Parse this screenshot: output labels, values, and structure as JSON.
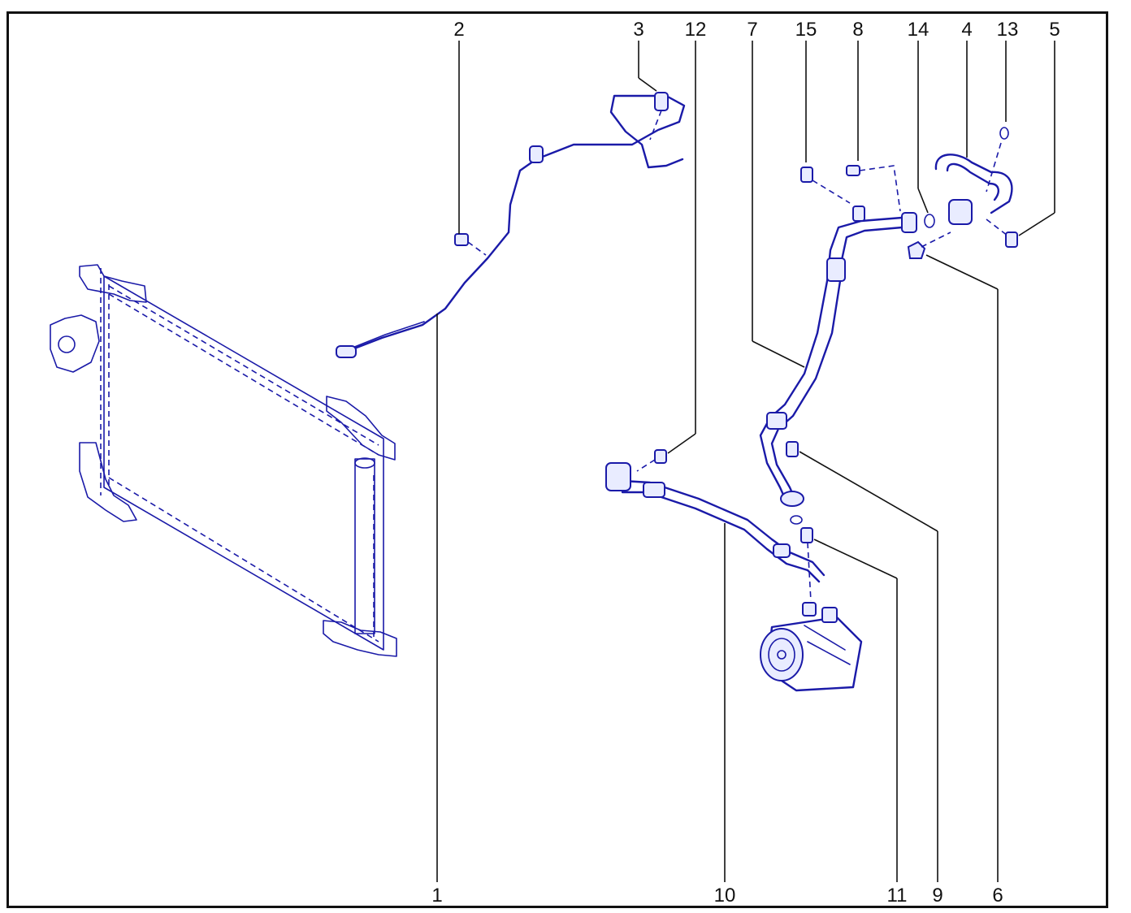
{
  "callouts": {
    "top": [
      "2",
      "3",
      "12",
      "7",
      "15",
      "8",
      "14",
      "4",
      "13",
      "5"
    ],
    "bottom": [
      "1",
      "10",
      "11",
      "9",
      "6"
    ]
  },
  "colors": {
    "line_art": "#1a1aa8",
    "frame": "#111111",
    "background": "#ffffff"
  }
}
